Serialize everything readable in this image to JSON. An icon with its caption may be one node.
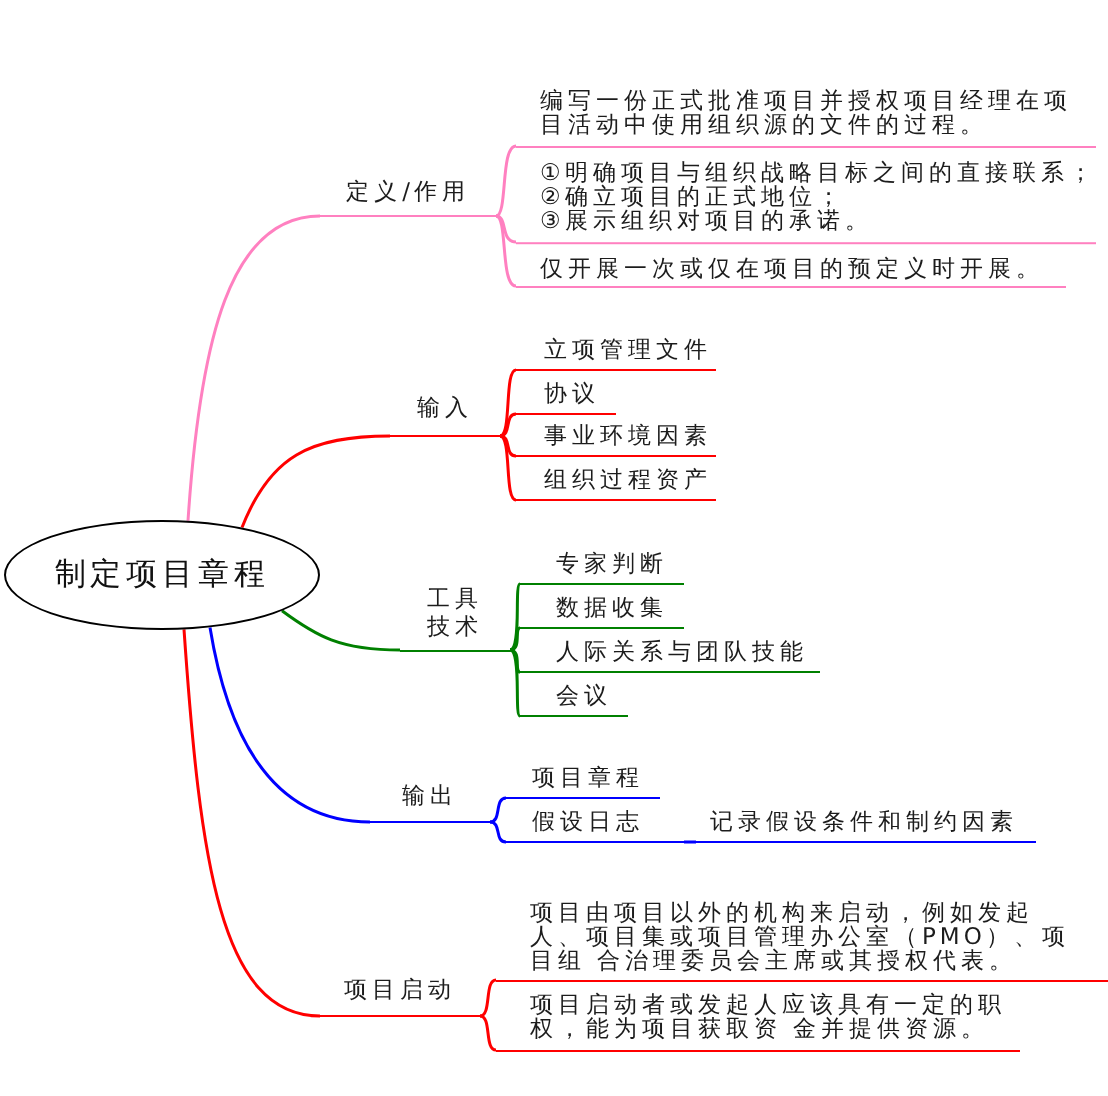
{
  "diagram": {
    "nodes": [
      {
        "text": [
          "制定项目章程"
        ]
      },
      {
        "text": [
          "定义/作用"
        ]
      },
      {
        "text": [
          "编写一份正式批准项目并授权项目经理在项目活动中使用组织源的文件的过程。"
        ]
      },
      {
        "text": [
          "①明确项目与组织战略目标之间的直接联系；",
          "②确立项目的正式地位；",
          "③展示组织对项目的承诺。"
        ]
      },
      {
        "text": [
          "仅开展一次或仅在项目的预定义时开展。"
        ]
      },
      {
        "text": [
          "输入"
        ]
      },
      {
        "text": [
          "立项管理文件"
        ]
      },
      {
        "text": [
          "协议"
        ]
      },
      {
        "text": [
          "事业环境因素"
        ]
      },
      {
        "text": [
          "组织过程资产"
        ]
      },
      {
        "text": [
          "工具技术"
        ]
      },
      {
        "text": [
          "专家判断"
        ]
      },
      {
        "text": [
          "数据收集"
        ]
      },
      {
        "text": [
          "人际关系与团队技能"
        ]
      },
      {
        "text": [
          "会议"
        ]
      },
      {
        "text": [
          "输出"
        ]
      },
      {
        "text": [
          "项目章程"
        ]
      },
      {
        "text": [
          "假设日志"
        ]
      },
      {
        "text": [
          "记录假设条件和制约因素"
        ]
      },
      {
        "text": [
          "项目启动"
        ]
      },
      {
        "text": [
          "项目由项目以外的机构来启动，例如发起人、项目集或项目管理办公室（PMO）、项目组 合治理委员会主席或其授权代表。"
        ]
      },
      {
        "text": [
          "项目启动者或发起人应该具有一定的职权，能为项目获取资 金并提供资源。"
        ]
      }
    ],
    "edges": [
      {
        "from": 0,
        "to": 1,
        "arrow": "none",
        "color": "#ff80c0"
      },
      {
        "from": 1,
        "to": 2,
        "arrow": "none",
        "color": "#ff80c0"
      },
      {
        "from": 1,
        "to": 3,
        "arrow": "none",
        "color": "#ff80c0"
      },
      {
        "from": 1,
        "to": 4,
        "arrow": "none",
        "color": "#ff80c0"
      },
      {
        "from": 0,
        "to": 5,
        "arrow": "none"
      },
      {
        "from": 5,
        "to": 6,
        "arrow": "none"
      },
      {
        "from": 5,
        "to": 7,
        "arrow": "none"
      },
      {
        "from": 5,
        "to": 8,
        "arrow": "none"
      },
      {
        "from": 5,
        "to": 9,
        "arrow": "none"
      },
      {
        "from": 0,
        "to": 10,
        "arrow": "none",
        "color": "#008000"
      },
      {
        "from": 10,
        "to": 11,
        "arrow": "none",
        "color": "#008000"
      },
      {
        "from": 10,
        "to": 12,
        "arrow": "none",
        "color": "#008000"
      },
      {
        "from": 10,
        "to": 13,
        "arrow": "none",
        "color": "#008000"
      },
      {
        "from": 10,
        "to": 14,
        "arrow": "none",
        "color": "#008000"
      },
      {
        "from": 0,
        "to": 15,
        "arrow": "none",
        "color": "#0000ff"
      },
      {
        "from": 15,
        "to": 16,
        "arrow": "none",
        "color": "#0000ff"
      },
      {
        "from": 15,
        "to": 17,
        "arrow": "none",
        "color": "#0000ff"
      },
      {
        "from": 17,
        "to": 18,
        "arrow": "none",
        "color": "#0000ff"
      },
      {
        "from": 0,
        "to": 19,
        "arrow": "none"
      },
      {
        "from": 19,
        "to": 20,
        "arrow": "none"
      },
      {
        "from": 19,
        "to": 21,
        "arrow": "none"
      }
    ]
  }
}
